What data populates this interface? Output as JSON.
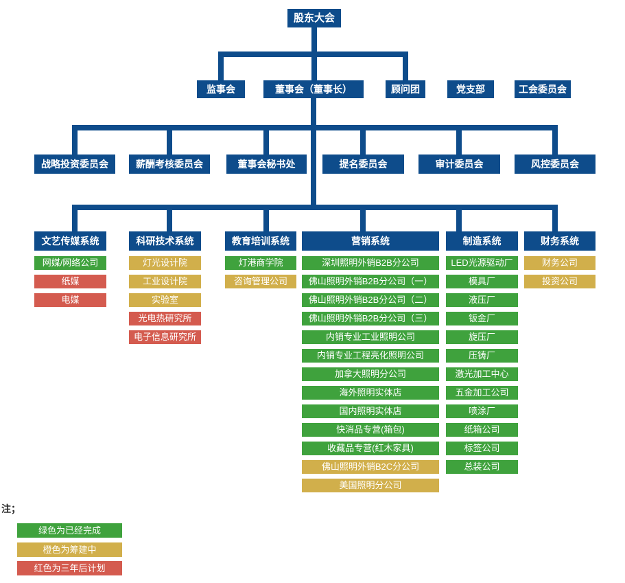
{
  "colors": {
    "navy": "#0e4c8b",
    "green": "#3fa23d",
    "orange": "#d1af4b",
    "red": "#d45b4f"
  },
  "org": {
    "root": {
      "label": "股东大会"
    },
    "level2": [
      {
        "label": "监事会"
      },
      {
        "label": "董事会（董事长）"
      },
      {
        "label": "顾问团"
      },
      {
        "label": "党支部"
      },
      {
        "label": "工会委员会"
      }
    ],
    "committees": [
      {
        "label": "战略投资委员会"
      },
      {
        "label": "薪酬考核委员会"
      },
      {
        "label": "董事会秘书处"
      },
      {
        "label": "提名委员会"
      },
      {
        "label": "审计委员会"
      },
      {
        "label": "风控委员会"
      }
    ],
    "systems": [
      {
        "label": "文艺传媒系统",
        "items": [
          {
            "label": "网媒/网络公司",
            "status": "green"
          },
          {
            "label": "纸媒",
            "status": "red"
          },
          {
            "label": "电媒",
            "status": "red"
          }
        ]
      },
      {
        "label": "科研技术系统",
        "items": [
          {
            "label": "灯光设计院",
            "status": "orange"
          },
          {
            "label": "工业设计院",
            "status": "orange"
          },
          {
            "label": "实验室",
            "status": "orange"
          },
          {
            "label": "光电热研究所",
            "status": "red"
          },
          {
            "label": "电子信息研究所",
            "status": "red"
          }
        ]
      },
      {
        "label": "教育培训系统",
        "items": [
          {
            "label": "灯港商学院",
            "status": "green"
          },
          {
            "label": "咨询管理公司",
            "status": "orange"
          }
        ]
      },
      {
        "label": "营销系统",
        "items": [
          {
            "label": "深圳照明外销B2B分公司",
            "status": "green"
          },
          {
            "label": "佛山照明外销B2B分公司（一）",
            "status": "green"
          },
          {
            "label": "佛山照明外销B2B分公司（二）",
            "status": "green"
          },
          {
            "label": "佛山照明外销B2B分公司（三）",
            "status": "green"
          },
          {
            "label": "内销专业工业照明公司",
            "status": "green"
          },
          {
            "label": "内销专业工程亮化照明公司",
            "status": "green"
          },
          {
            "label": "加拿大照明分公司",
            "status": "green"
          },
          {
            "label": "海外照明实体店",
            "status": "green"
          },
          {
            "label": "国内照明实体店",
            "status": "green"
          },
          {
            "label": "快消品专营(箱包)",
            "status": "green"
          },
          {
            "label": "收藏品专营(红木家具)",
            "status": "green"
          },
          {
            "label": "佛山照明外销B2C分公司",
            "status": "orange"
          },
          {
            "label": "美国照明分公司",
            "status": "orange"
          }
        ]
      },
      {
        "label": "制造系统",
        "items": [
          {
            "label": "LED光源驱动厂",
            "status": "green"
          },
          {
            "label": "模具厂",
            "status": "green"
          },
          {
            "label": "液压厂",
            "status": "green"
          },
          {
            "label": "钣金厂",
            "status": "green"
          },
          {
            "label": "旋压厂",
            "status": "green"
          },
          {
            "label": "压铸厂",
            "status": "green"
          },
          {
            "label": "激光加工中心",
            "status": "green"
          },
          {
            "label": "五金加工公司",
            "status": "green"
          },
          {
            "label": "喷涂厂",
            "status": "green"
          },
          {
            "label": "纸箱公司",
            "status": "green"
          },
          {
            "label": "标签公司",
            "status": "green"
          },
          {
            "label": "总装公司",
            "status": "green"
          }
        ]
      },
      {
        "label": "财务系统",
        "items": [
          {
            "label": "财务公司",
            "status": "orange"
          },
          {
            "label": "投资公司",
            "status": "orange"
          }
        ]
      }
    ]
  },
  "legend": {
    "note": "注；",
    "entries": [
      {
        "label": "绿色为已经完成",
        "status": "green"
      },
      {
        "label": "橙色为筹建中",
        "status": "orange"
      },
      {
        "label": "红色为三年后计划",
        "status": "red"
      }
    ]
  }
}
